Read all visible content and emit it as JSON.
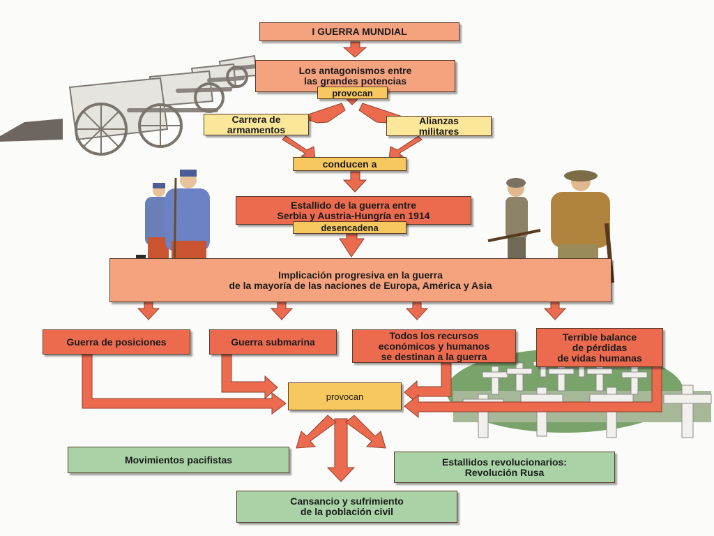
{
  "colors": {
    "salmon": "#f5a27f",
    "orange": "#ec6b4f",
    "yellow": "#fbe79a",
    "gold": "#f7c85e",
    "green": "#a9d3a6",
    "arrow": "#ec6b4f"
  },
  "diagram": {
    "title": "I GUERRA MUNDIAL",
    "antagonisms": "Los antagonismos entre\nlas grandes potencias",
    "provocan_1": "provocan",
    "arms_race": "Carrera de\narmamentos",
    "alliances": "Alianzas\nmilitares",
    "conducen": "conducen a",
    "outbreak": "Estallido de la guerra entre\nSerbia y Austria-Hungría en 1914",
    "desencadena": "desencadena",
    "involvement": "Implicación progresiva en la guerra\nde la mayoría de las naciones de Europa, América y Asia",
    "trench_war": "Guerra de posiciones",
    "submarine_war": "Guerra submarina",
    "resources": "Todos los recursos\neconómicos y humanos\nse destinan a la guerra",
    "losses": "Terrible balance\nde pérdidas\nde vidas humanas",
    "provocan_2": "provocan",
    "pacifism": "Movimientos pacifistas",
    "revolutions": "Estallidos revolucionarios:\nRevolución Rusa",
    "suffering": "Cansancio y sufrimiento\nde la población civil"
  },
  "illustrations": [
    "cannon-illustration",
    "french-soldiers-illustration",
    "british-soldiers-illustration",
    "war-cemetery-illustration"
  ]
}
